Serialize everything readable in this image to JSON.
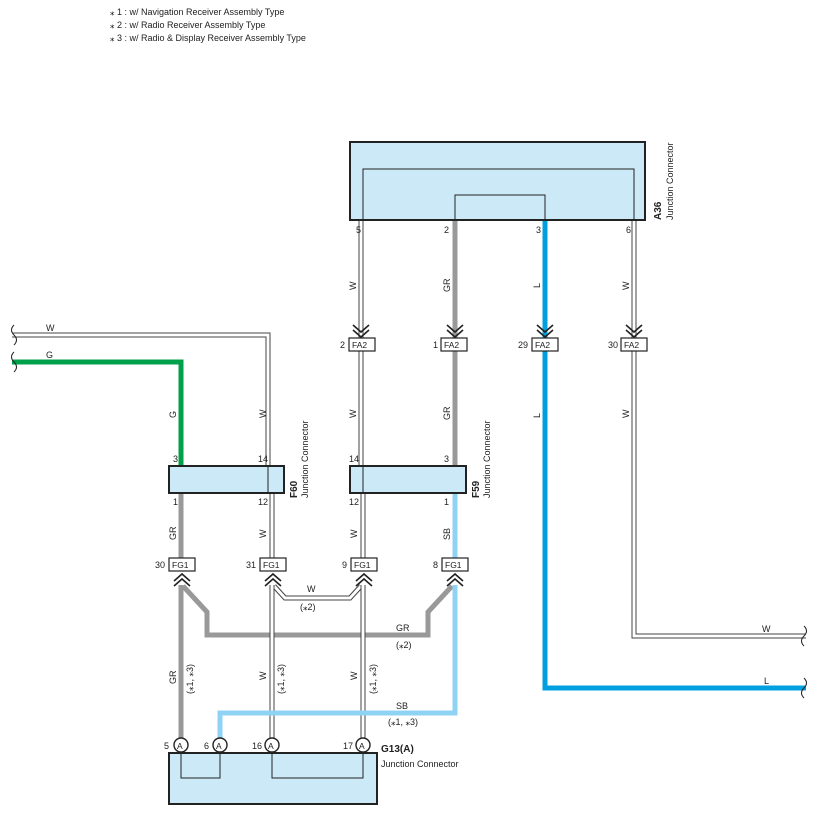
{
  "notes": [
    "⁎ 1 : w/ Navigation Receiver Assembly Type",
    "⁎ 2 : w/ Radio Receiver Assembly Type",
    "⁎ 3 : w/ Radio & Display Receiver Assembly Type"
  ],
  "colors": {
    "wire_white": "#ffffff",
    "wire_green": "#00a04a",
    "wire_gray": "#999999",
    "wire_blue": "#00a0e0",
    "wire_skyblue": "#8fd3f4",
    "connector_fill": "#cce9f8",
    "outline": "#222222"
  },
  "connectors": {
    "a36": {
      "id": "A36",
      "desc": "Junction Connector",
      "pins": [
        "5",
        "2",
        "3",
        "6"
      ]
    },
    "f60": {
      "id": "F60",
      "desc": "Junction Connector",
      "pins_top": [
        "3",
        "14"
      ],
      "pins_bottom": [
        "1",
        "12"
      ]
    },
    "f59": {
      "id": "F59",
      "desc": "Junction Connector",
      "pins_top": [
        "14",
        "3"
      ],
      "pins_bottom": [
        "12",
        "1"
      ]
    },
    "g13": {
      "id": "G13(A)",
      "desc": "Junction Connector",
      "pins": [
        "5",
        "6",
        "16",
        "17"
      ],
      "pin_letter": "A"
    }
  },
  "fa2": {
    "label": "FA2",
    "pins": [
      "2",
      "1",
      "29",
      "30"
    ]
  },
  "fg1": {
    "label": "FG1",
    "pins": [
      "30",
      "31",
      "9",
      "8"
    ]
  },
  "wire_labels": {
    "w": "W",
    "g": "G",
    "gr": "GR",
    "l": "L",
    "sb": "SB",
    "note_2": "(⁎2)",
    "note_1_3": "(⁎1, ⁎3)"
  }
}
